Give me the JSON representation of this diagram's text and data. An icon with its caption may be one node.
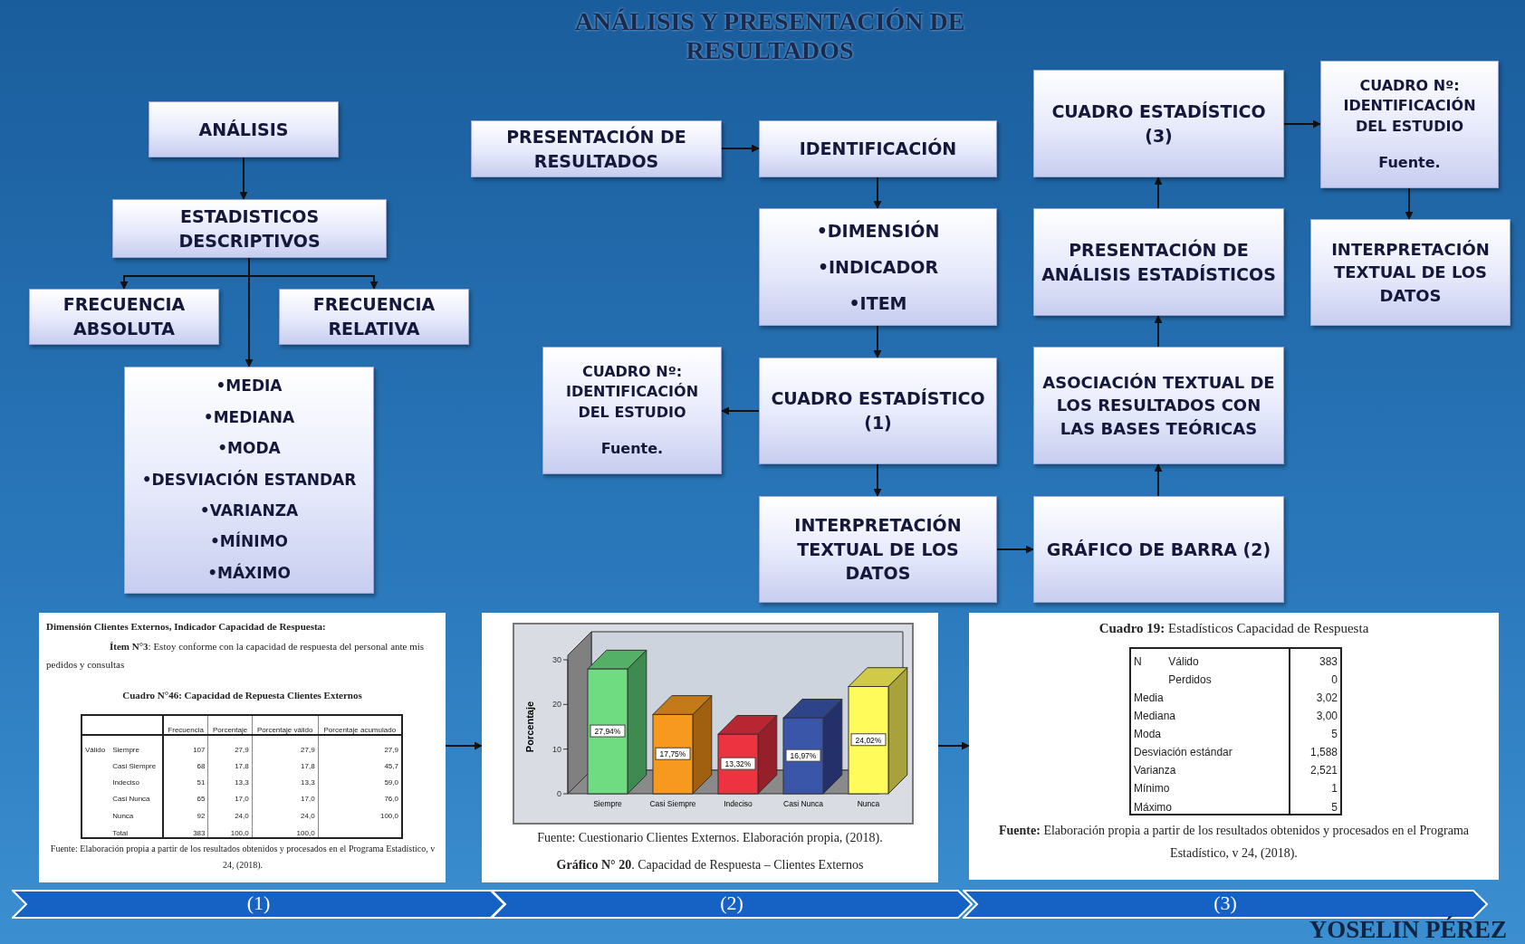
{
  "diagram": {
    "title": "ANÁLISIS Y PRESENTACIÓN DE RESULTADOS",
    "nodes": [
      {
        "text": [
          "ANÁLISIS"
        ]
      },
      {
        "text": [
          "ESTADISTICOS DESCRIPTIVOS"
        ]
      },
      {
        "text": [
          "FRECUENCIA ABSOLUTA"
        ]
      },
      {
        "text": [
          "FRECUENCIA RELATIVA"
        ]
      },
      {
        "text": [
          "•MEDIA",
          "•MEDIANA",
          "•MODA",
          "•DESVIACIÓN ESTANDAR",
          "•VARIANZA",
          "•MÍNIMO",
          "•MÁXIMO"
        ]
      },
      {
        "text": [
          "PRESENTACIÓN DE RESULTADOS"
        ]
      },
      {
        "text": [
          "IDENTIFICACIÓN"
        ]
      },
      {
        "text": [
          "•DIMENSIÓN",
          "•INDICADOR",
          "•ITEM"
        ]
      },
      {
        "text": [
          "CUADRO ESTADÍSTICO (1)"
        ]
      },
      {
        "text": [
          "CUADRO Nº: IDENTIFICACIÓN DEL ESTUDIO",
          "Fuente."
        ]
      },
      {
        "text": [
          "INTERPRETACIÓN TEXTUAL DE LOS DATOS"
        ]
      },
      {
        "text": [
          "GRÁFICO DE BARRA (2)"
        ]
      },
      {
        "text": [
          "ASOCIACIÓN TEXTUAL DE LOS RESULTADOS CON LAS BASES TEÓRICAS"
        ]
      },
      {
        "text": [
          "PRESENTACIÓN DE ANÁLISIS ESTADÍSTICOS"
        ]
      },
      {
        "text": [
          "CUADRO ESTADÍSTICO (3)"
        ]
      },
      {
        "text": [
          "CUADRO Nº: IDENTIFICACIÓN DEL ESTUDIO",
          "Fuente."
        ]
      },
      {
        "text": [
          "INTERPRETACIÓN TEXTUAL DE LOS DATOS"
        ]
      },
      {
        "text": [
          "Dimensión Clientes Externos, Indicador Capacidad de Respuesta:",
          "**Ítem N°3**: Estoy conforme con la capacidad de respuesta del personal ante mis pedidos y consultas",
          "Cuadro N°46: Capacidad de Repuesta Clientes Externos",
          "Fuente: Elaboración propia a partir de los resultados obtenidos y procesados en el Programa Estadístico, v 24, (2018)."
        ]
      },
      {
        "text": [
          "Fuente: Cuestionario Clientes Externos. Elaboración propia, (2018).",
          "**Gráfico N° 20**. Capacidad de Respuesta – Clientes Externos"
        ]
      },
      {
        "text": [
          "**Cuadro 19:** Estadísticos Capacidad de Respuesta",
          "**Fuente:** Elaboración propia a partir de los resultados obtenidos y procesados en el Programa Estadístico, v 24, (2018)."
        ]
      },
      {
        "text": [
          "(1)"
        ]
      },
      {
        "text": [
          "(2)"
        ]
      },
      {
        "text": [
          "(3)"
        ]
      }
    ],
    "edges": [
      {
        "from": 0,
        "to": 1,
        "arrow": "to"
      },
      {
        "from": 1,
        "to": 2,
        "arrow": "to"
      },
      {
        "from": 1,
        "to": 3,
        "arrow": "to"
      },
      {
        "from": 1,
        "to": 4,
        "arrow": "to"
      },
      {
        "from": 5,
        "to": 6,
        "arrow": "to"
      },
      {
        "from": 6,
        "to": 7,
        "arrow": "to"
      },
      {
        "from": 7,
        "to": 8,
        "arrow": "to"
      },
      {
        "from": 8,
        "to": 9,
        "arrow": "to"
      },
      {
        "from": 8,
        "to": 10,
        "arrow": "to"
      },
      {
        "from": 10,
        "to": 11,
        "arrow": "to"
      },
      {
        "from": 11,
        "to": 12,
        "arrow": "to"
      },
      {
        "from": 12,
        "to": 13,
        "arrow": "to"
      },
      {
        "from": 13,
        "to": 14,
        "arrow": "to"
      },
      {
        "from": 14,
        "to": 15,
        "arrow": "to"
      },
      {
        "from": 15,
        "to": 16,
        "arrow": "to"
      },
      {
        "from": 17,
        "to": 18,
        "arrow": "to"
      },
      {
        "from": 18,
        "to": 19,
        "arrow": "to"
      }
    ],
    "labels": [
      "Frecuencia",
      "Porcentaje",
      "Porcentaje válido",
      "Porcentaje acumulado",
      "Válido",
      "Siempre",
      "107",
      "27,9",
      "27,9",
      "27,9",
      "Casi Siempre",
      "68",
      "17,8",
      "17,8",
      "45,7",
      "Indeciso",
      "51",
      "13,3",
      "13,3",
      "59,0",
      "Casi Nunca",
      "65",
      "17,0",
      "17,0",
      "76,0",
      "Nunca",
      "92",
      "24,0",
      "24,0",
      "100,0",
      "Total",
      "383",
      "100,0",
      "100,0",
      "N",
      "Válido",
      "383",
      "Perdidos",
      "0",
      "Media",
      "3,02",
      "Mediana",
      "3,00",
      "Moda",
      "5",
      "Desviación estándar",
      "1,588",
      "Varianza",
      "2,521",
      "Mínimo",
      "1",
      "Máximo",
      "5",
      "YOSELIN PÉREZ"
    ],
    "chart_data": {
      "type": "bar",
      "ylabel": "Porcentaje",
      "categories": [
        "Siempre",
        "Casi Siempre",
        "Indeciso",
        "Casi Nunca",
        "Nunca"
      ],
      "series": [
        {
          "values": [
            27.94,
            17.75,
            13.32,
            16.97,
            24.02
          ]
        }
      ],
      "yticks": [
        0,
        10,
        20,
        30
      ],
      "ylim": [
        0,
        30
      ],
      "value_labels": [
        "27,94%",
        "17,75%",
        "13,32%",
        "16,97%",
        "24,02%"
      ]
    }
  }
}
